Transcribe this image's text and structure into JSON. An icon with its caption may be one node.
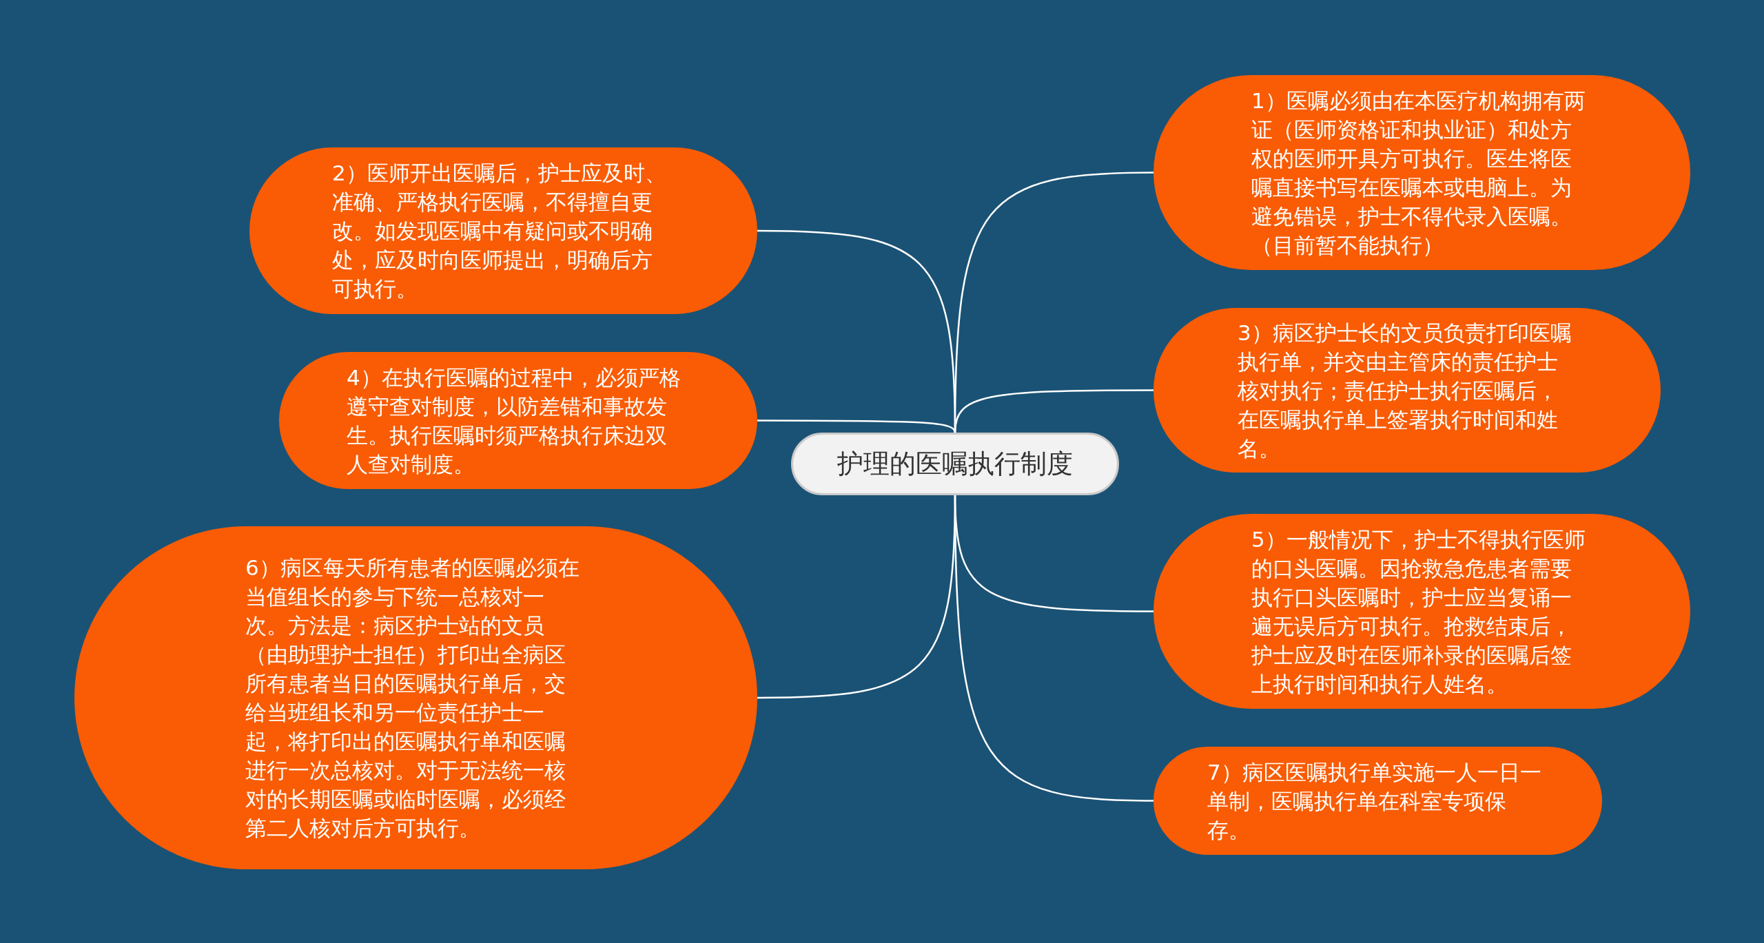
{
  "diagram": {
    "nodes": [
      {
        "text": [
          "护理的医嘱执行制度"
        ]
      },
      {
        "text": [
          "1）医嘱必须由在本医疗机构拥有两证（医师资格证和执业证）和处方权的医师开具方可执行。医生将医嘱直接书写在医嘱本或电脑上。为避免错误，护士不得代录入医嘱。（目前暂不能执行）"
        ]
      },
      {
        "text": [
          "2）医师开出医嘱后，护士应及时、准确、严格执行医嘱，不得擅自更改。如发现医嘱中有疑问或不明确处，应及时向医师提出，明确后方可执行。"
        ]
      },
      {
        "text": [
          "3）病区护士长的文员负责打印医嘱执行单，并交由主管床的责任护士核对执行；责任护士执行医嘱后，在医嘱执行单上签署执行时间和姓名。"
        ]
      },
      {
        "text": [
          "4）在执行医嘱的过程中，必须严格遵守查对制度，以防差错和事故发生。执行医嘱时须严格执行床边双人查对制度。"
        ]
      },
      {
        "text": [
          "5）一般情况下，护士不得执行医师的口头医嘱。因抢救急危患者需要执行口头医嘱时，护士应当复诵一遍无误后方可执行。抢救结束后，护士应及时在医师补录的医嘱后签上执行时间和执行人姓名。"
        ]
      },
      {
        "text": [
          "6）病区每天所有患者的医嘱必须在当值组长的参与下统一总核对一次。方法是：病区护士站的文员（由助理护士担任）打印出全病区所有患者当日的医嘱执行单后，交给当班组长和另一位责任护士一起，将打印出的医嘱执行单和医嘱进行一次总核对。对于无法统一核对的长期医嘱或临时医嘱，必须经第二人核对后方可执行。"
        ]
      },
      {
        "text": [
          "7）病区医嘱执行单实施一人一日一单制，医嘱执行单在科室专项保存。"
        ]
      }
    ],
    "edges": [
      {
        "from": 0,
        "to": 1,
        "arrow": "none"
      },
      {
        "from": 0,
        "to": 2,
        "arrow": "none"
      },
      {
        "from": 0,
        "to": 3,
        "arrow": "none"
      },
      {
        "from": 0,
        "to": 4,
        "arrow": "none"
      },
      {
        "from": 0,
        "to": 5,
        "arrow": "none"
      },
      {
        "from": 0,
        "to": 6,
        "arrow": "none"
      },
      {
        "from": 0,
        "to": 7,
        "arrow": "none"
      }
    ]
  }
}
